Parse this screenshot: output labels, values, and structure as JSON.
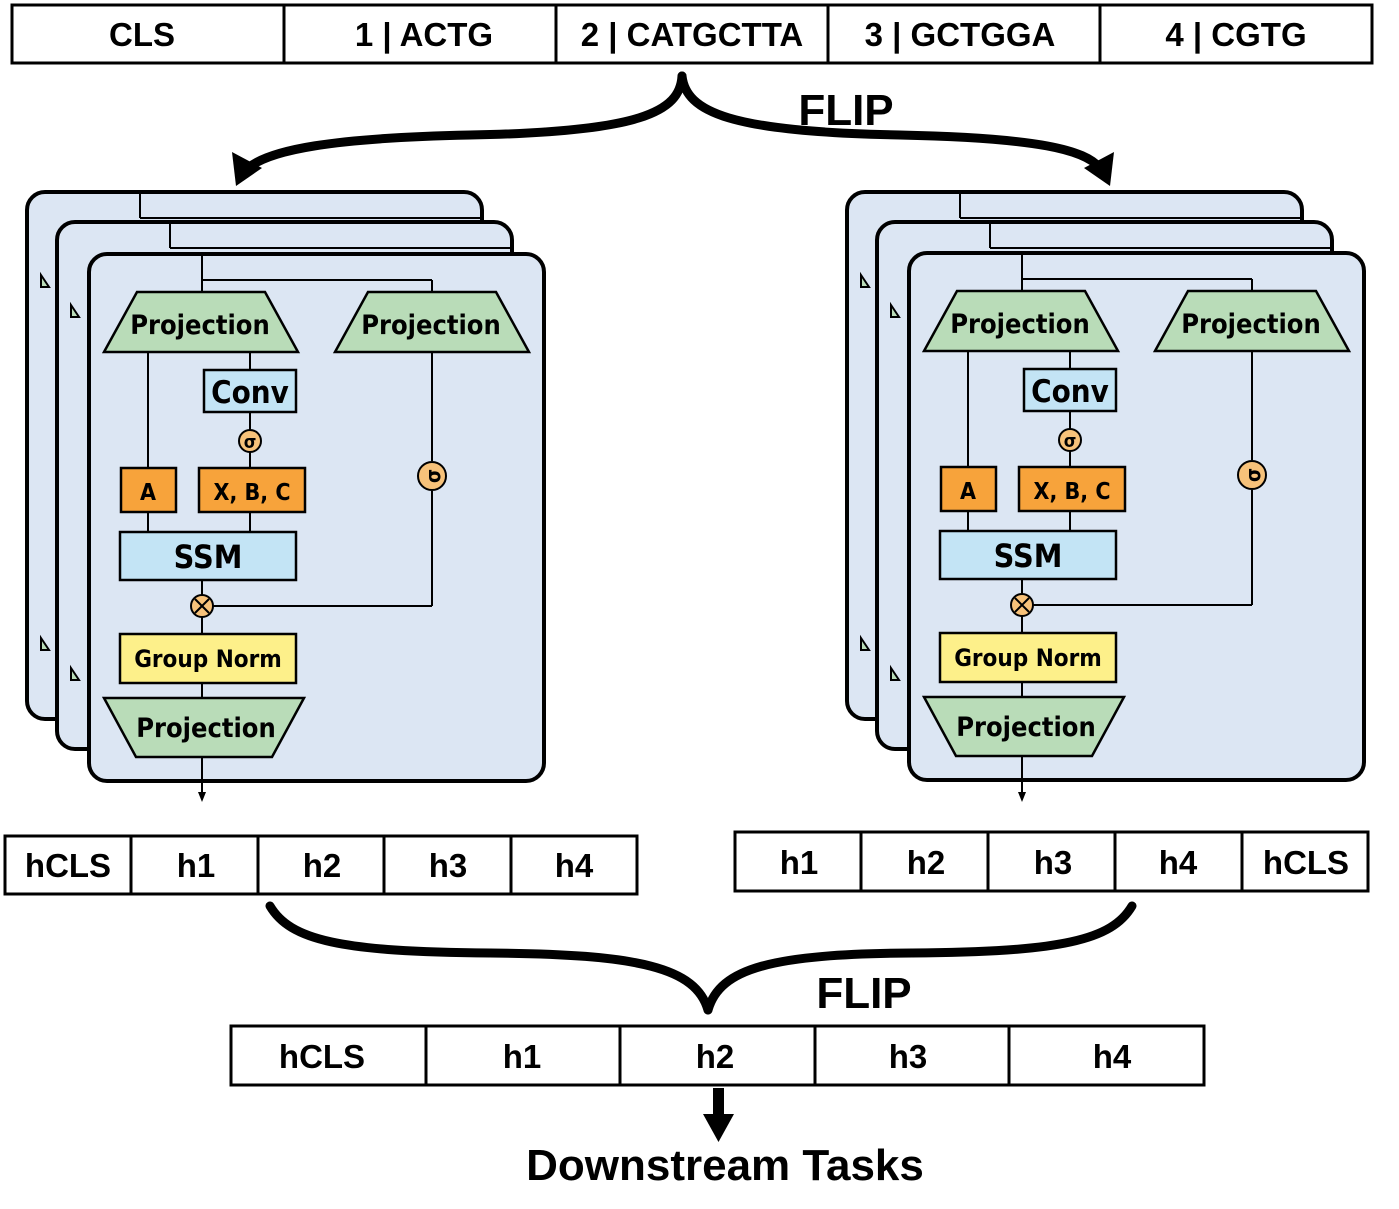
{
  "input_tokens": [
    "CLS",
    "1 | ACTG",
    "2 | CATGCTTA",
    "3 | GCTGGA",
    "4 | CGTG"
  ],
  "flip_label": "FLIP",
  "block": {
    "projection": "Projection",
    "conv": "Conv",
    "sigma": "σ",
    "a": "A",
    "xbc": "X, B, C",
    "ssm": "SSM",
    "group_norm": "Group Norm",
    "multiply": "⊗"
  },
  "left_outputs": [
    "hCLS",
    "h1",
    "h2",
    "h3",
    "h4"
  ],
  "right_outputs": [
    "h1",
    "h2",
    "h3",
    "h4",
    "hCLS"
  ],
  "final_outputs": [
    "hCLS",
    "h1",
    "h2",
    "h3",
    "h4"
  ],
  "downstream_label": "Downstream Tasks",
  "colors": {
    "block_bg": "#dce6f3",
    "projection": "#b9dcb8",
    "conv_ssm": "#c3e4f5",
    "orange": "#f7a33b",
    "sigma": "#f7c27a",
    "group_norm": "#fdf08a"
  }
}
